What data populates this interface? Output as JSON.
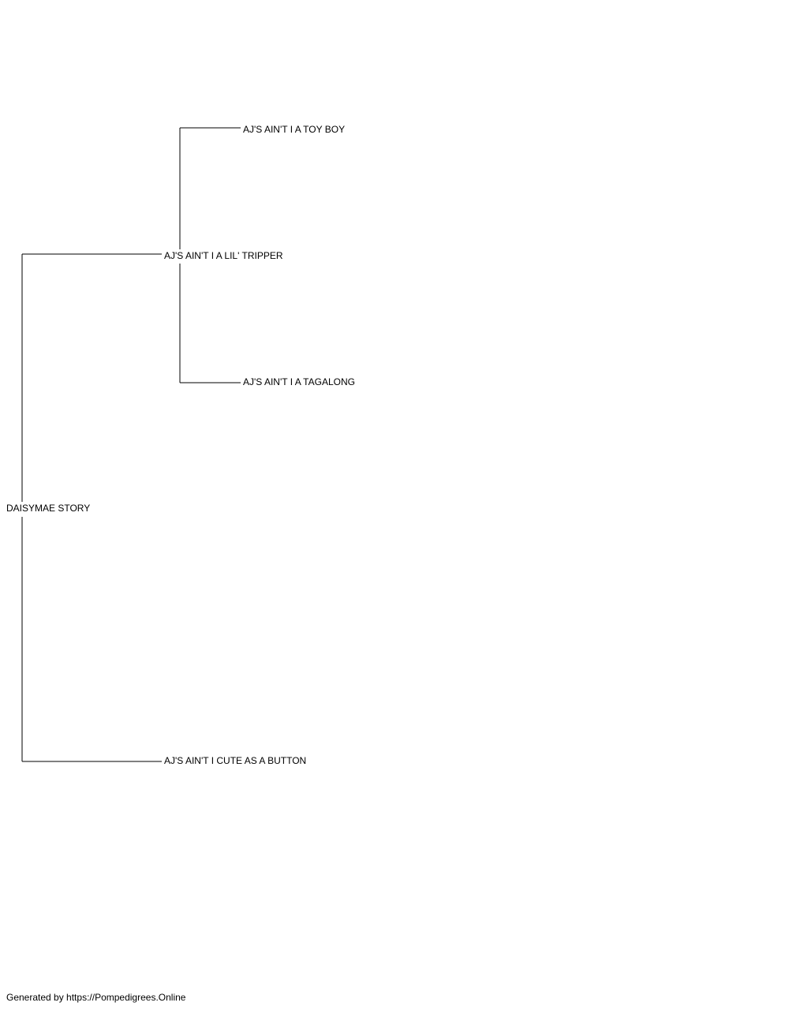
{
  "pedigree": {
    "subject": "DAISYMAE STORY",
    "sire": {
      "name": "AJ'S AIN'T I A LIL' TRIPPER",
      "sire": "AJ'S AIN'T I A TOY BOY",
      "dam": "AJ'S AIN'T I A TAGALONG"
    },
    "dam": {
      "name": "AJ'S AIN'T I CUTE AS A BUTTON"
    }
  },
  "footer": {
    "text": "Generated by https://Pompedigrees.Online"
  }
}
